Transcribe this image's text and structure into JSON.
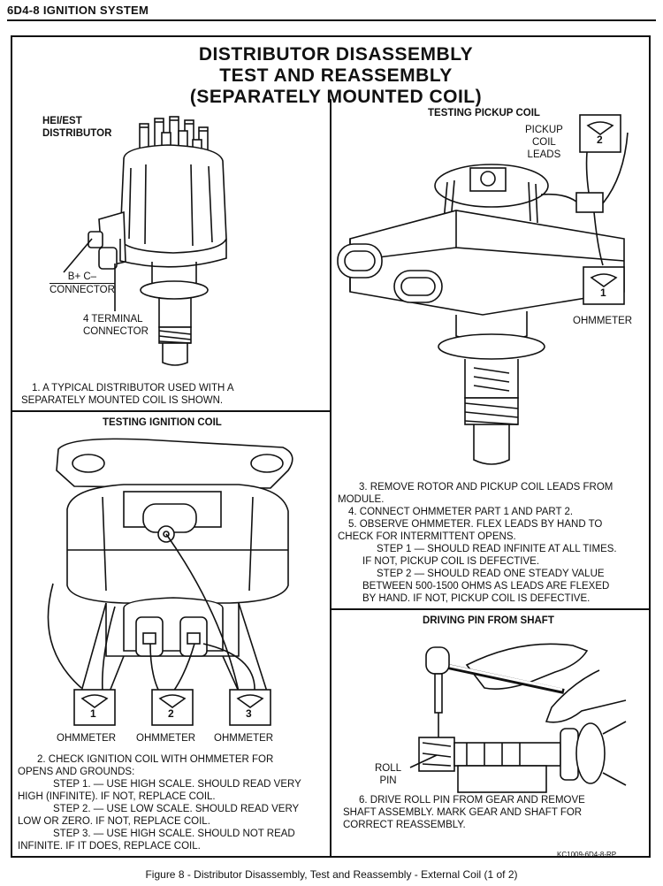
{
  "header": "6D4-8  IGNITION SYSTEM",
  "title": [
    "DISTRIBUTOR DISASSEMBLY",
    "TEST AND REASSEMBLY",
    "(SEPARATELY MOUNTED COIL)"
  ],
  "panel1": {
    "label_distributor": [
      "HEI/EST",
      "DISTRIBUTOR"
    ],
    "label_connector_bc": [
      "B+  C–",
      "CONNECTOR"
    ],
    "label_connector_4": [
      "4 TERMINAL",
      "CONNECTOR"
    ],
    "caption": [
      "1. A TYPICAL DISTRIBUTOR USED WITH A",
      "SEPARATELY MOUNTED COIL IS SHOWN."
    ]
  },
  "panel2": {
    "heading": "TESTING PICKUP COIL",
    "label_leads": [
      "PICKUP",
      "COIL",
      "LEADS"
    ],
    "meter_top": "2",
    "meter_bottom": "1",
    "label_ohmmeter": "OHMMETER",
    "caption": [
      "3. REMOVE ROTOR AND PICKUP COIL LEADS FROM",
      "MODULE.",
      "4. CONNECT OHMMETER PART 1 AND PART 2.",
      "5. OBSERVE OHMMETER. FLEX LEADS BY HAND TO",
      "CHECK FOR INTERMITTENT OPENS.",
      "STEP 1 — SHOULD READ INFINITE AT ALL TIMES.",
      "IF NOT, PICKUP COIL IS DEFECTIVE.",
      "STEP 2 — SHOULD READ ONE STEADY VALUE",
      "BETWEEN 500-1500 OHMS AS LEADS ARE FLEXED",
      "BY HAND. IF NOT, PICKUP COIL IS DEFECTIVE."
    ]
  },
  "panel3": {
    "heading": "TESTING IGNITION COIL",
    "meters": [
      "1",
      "2",
      "3"
    ],
    "labels_ohmmeter": [
      "OHMMETER",
      "OHMMETER",
      "OHMMETER"
    ],
    "caption": [
      "2. CHECK IGNITION COIL WITH OHMMETER FOR",
      "OPENS AND GROUNDS:",
      "STEP 1. — USE HIGH SCALE. SHOULD READ VERY",
      "HIGH (INFINITE). IF NOT, REPLACE COIL.",
      "STEP 2. — USE LOW SCALE. SHOULD READ VERY",
      "LOW OR ZERO. IF NOT, REPLACE COIL.",
      "STEP 3. — USE HIGH SCALE. SHOULD NOT READ",
      "INFINITE. IF IT DOES, REPLACE COIL."
    ]
  },
  "panel4": {
    "heading": "DRIVING PIN FROM SHAFT",
    "label_roll_pin": [
      "ROLL",
      "PIN"
    ],
    "caption": [
      "6. DRIVE ROLL PIN FROM GEAR AND REMOVE",
      "SHAFT ASSEMBLY. MARK GEAR AND SHAFT FOR",
      "CORRECT REASSEMBLY."
    ],
    "code": "KC1009-6D4-8-RP"
  },
  "figure_caption": "Figure 8 - Distributor Disassembly, Test and Reassembly - External Coil (1 of 2)"
}
